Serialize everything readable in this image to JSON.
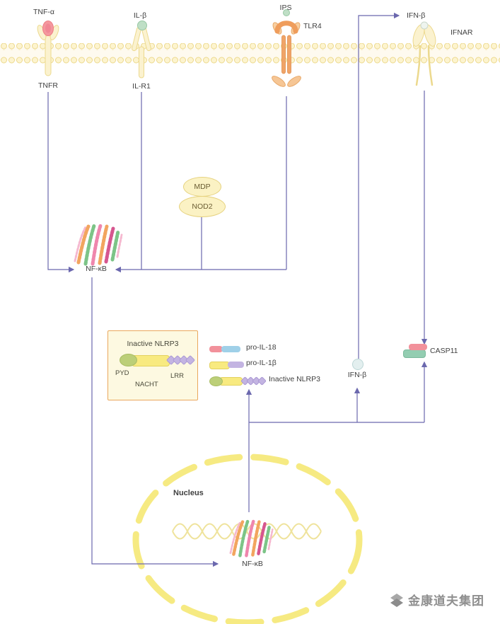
{
  "pathway": {
    "tnf": {
      "ligand_label": "TNF-α",
      "receptor_label": "TNFR"
    },
    "il1": {
      "ligand_label": "IL-β",
      "receptor_label": "IL-R1"
    },
    "tlr4": {
      "adapter_label": "IPS",
      "receptor_label": "TLR4"
    },
    "ifnar": {
      "ligand_label": "IFN-β",
      "receptor_label": "IFNAR"
    },
    "mdp_label": "MDP",
    "nod2_label": "NOD2",
    "nfkb_cytoplasm_label": "NF-κB",
    "nfkb_nucleus_label": "NF-κB",
    "nucleus_label": "Nucleus",
    "ifn_secreted_label": "IFN-β",
    "casp11_label": "CASP11"
  },
  "nlrp3_box": {
    "title": "Inactive NLRP3",
    "pyd_label": "PYD",
    "nacht_label": "NACHT",
    "lrr_label": "LRR"
  },
  "legend": {
    "items": [
      {
        "label": "pro-IL-18"
      },
      {
        "label": "pro-IL-1β"
      },
      {
        "label": "Inactive NLRP3"
      }
    ]
  },
  "watermark": {
    "text": "金康道夫集团"
  },
  "colors": {
    "arrow": "#6b68ae",
    "membrane": "#ecd98e",
    "receptor_yellow": "#fbf2cf",
    "tlr4_orange": "#f0a468",
    "tnf_pink": "#f4989e",
    "il_green": "#bfdfc6",
    "pro_il18_pink": "#f2919b",
    "pro_il18_blue": "#9fd0e8",
    "pro_il1b_yellow": "#f8ea80",
    "pro_il1b_purple": "#c3b4e2",
    "pyd_green": "#bccf78",
    "casp_green": "#93cdb1",
    "nucleus_yellow": "#f6ea82",
    "box_border_orange": "#eaa75c"
  }
}
